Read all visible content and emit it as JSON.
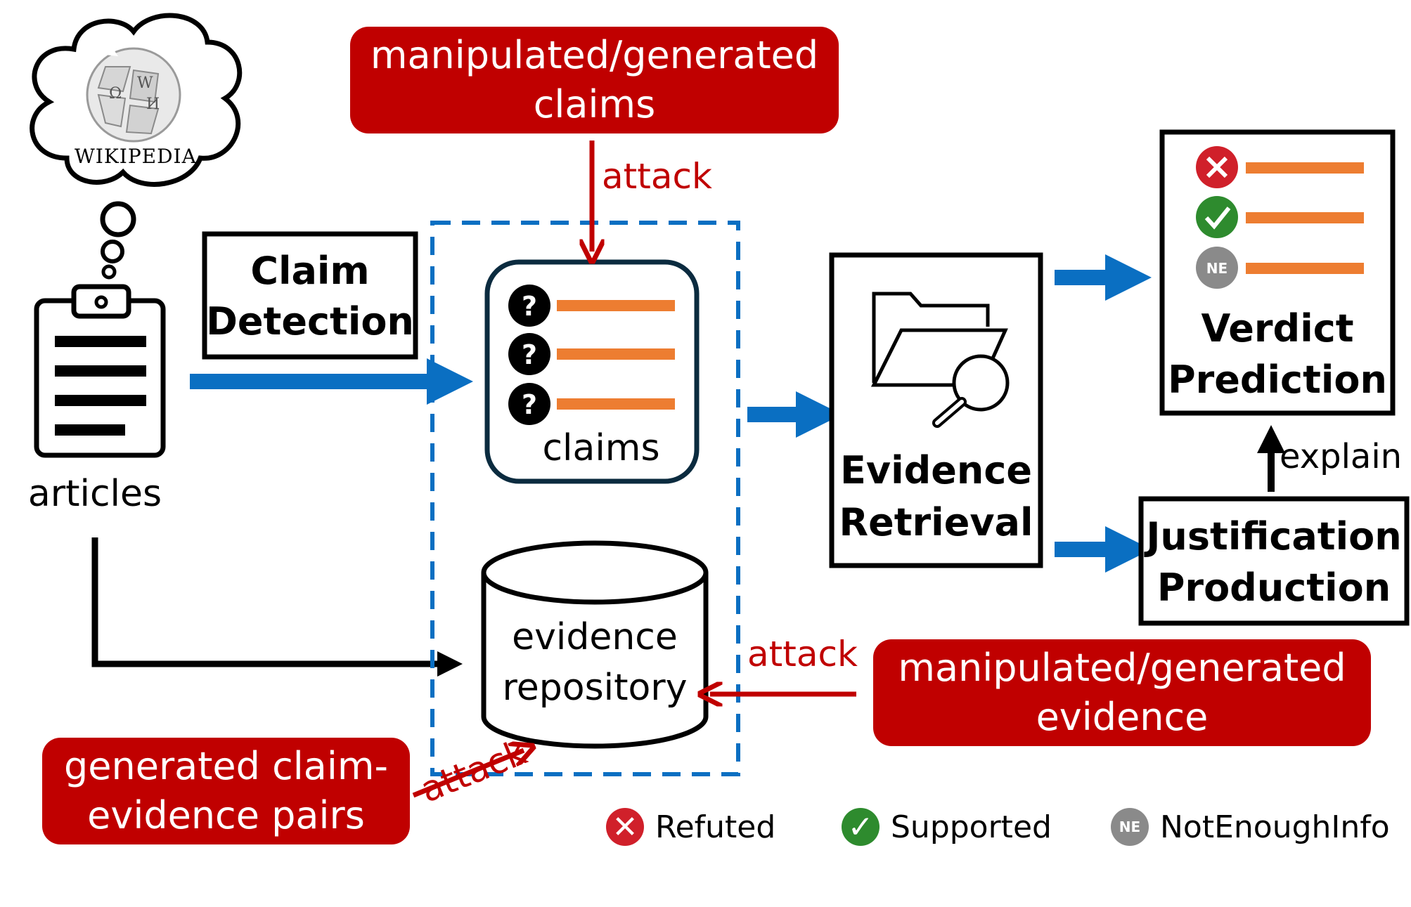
{
  "wikipedia_logo_text": "WIKIPEDIA",
  "articles_label": "articles",
  "claim_detection": {
    "line1": "Claim",
    "line2": "Detection"
  },
  "claims_label": "claims",
  "evidence_repo": {
    "line1": "evidence",
    "line2": "repository"
  },
  "evidence_retrieval": {
    "line1": "Evidence",
    "line2": "Retrieval"
  },
  "verdict_prediction": {
    "line1": "Verdict",
    "line2": "Prediction"
  },
  "justification_production": {
    "line1": "Justification",
    "line2": "Production"
  },
  "explain_label": "explain",
  "attacks": {
    "claims_source": {
      "line1": "manipulated/generated",
      "line2": "claims"
    },
    "evidence_source": {
      "line1": "manipulated/generated",
      "line2": "evidence"
    },
    "pairs_source": {
      "line1": "generated claim-",
      "line2": "evidence pairs"
    },
    "attack_label": "attack"
  },
  "legend": [
    {
      "label": "Refuted",
      "icon": "x-circle-icon",
      "color": "#d0202a"
    },
    {
      "label": "Supported",
      "icon": "check-circle-icon",
      "color": "#2e8b2e"
    },
    {
      "label": "NotEnoughInfo",
      "icon": "ne-circle-icon",
      "color": "#8a8a8a",
      "icon_text": "NE"
    }
  ],
  "colors": {
    "blue": "#0a6fc2",
    "red": "#c00000",
    "orange": "#ed7d31"
  }
}
